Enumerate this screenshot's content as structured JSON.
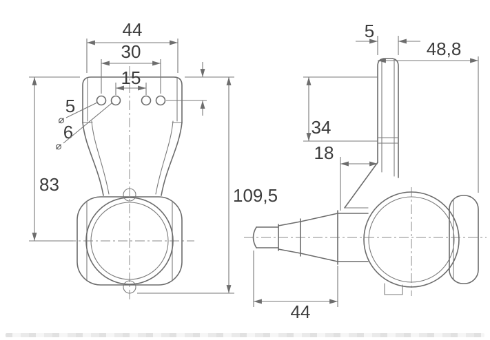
{
  "symbols": {
    "diameter": "⌀"
  },
  "front_view": {
    "width_top": "44",
    "hole_spacing_outer": "30",
    "hole_spacing_inner": "15",
    "hole_diameter_small": "5",
    "hole_diameter_large": "6",
    "height_to_center": "83",
    "overall_height": "109,5"
  },
  "side_view": {
    "bracket_thickness": "5",
    "overall_depth": "48,8",
    "hole_offset_height": "34",
    "bracket_offset": "18",
    "stem_length": "44"
  }
}
